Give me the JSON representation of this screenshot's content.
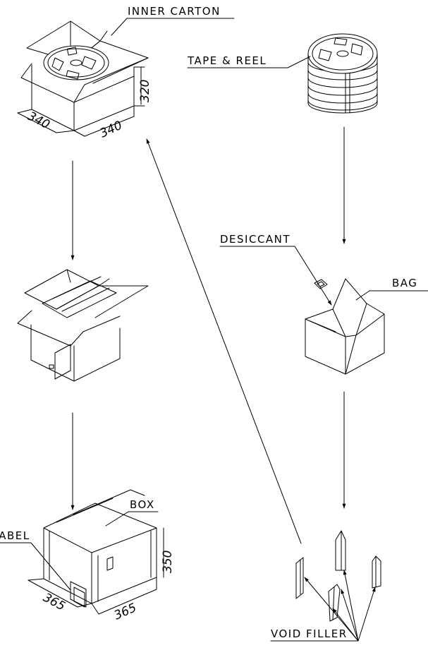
{
  "labels": {
    "inner_carton": "INNER CARTON",
    "tape_reel": "TAPE & REEL",
    "desiccant": "DESICCANT",
    "bag": "BAG",
    "box": "BOX",
    "label": "LABEL",
    "void_filler": "VOID FILLER"
  },
  "dimensions": {
    "inner_carton_w": "340",
    "inner_carton_d": "340",
    "inner_carton_h": "320",
    "box_w": "365",
    "box_d": "365",
    "box_h": "350"
  }
}
